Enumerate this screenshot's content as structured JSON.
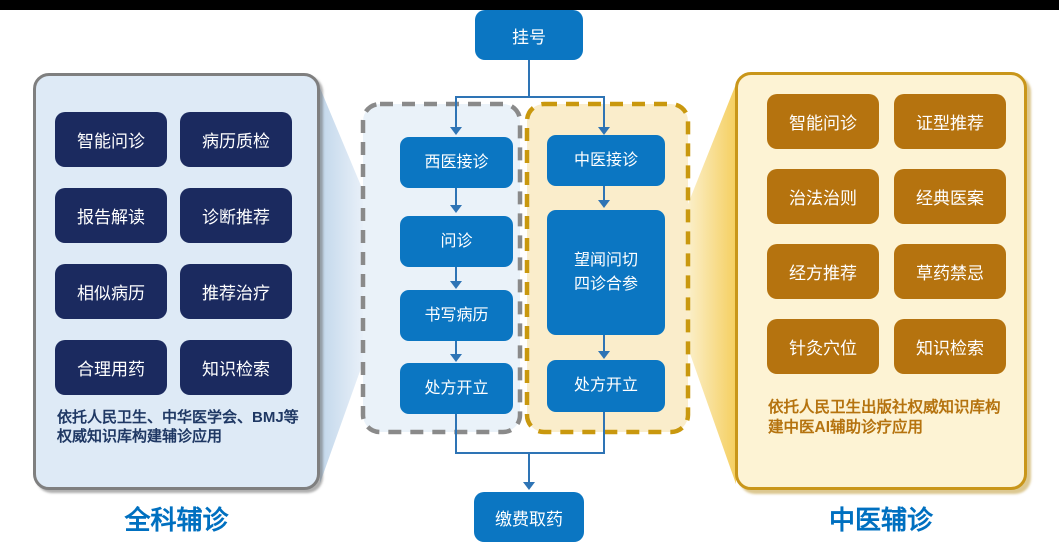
{
  "colors": {
    "flow-blue": "#0B76C2",
    "navy": "#1B2A5F",
    "orange": "#B5730F",
    "label-blue": "#0070C0",
    "note-navy": "#1F3864",
    "panel-blue-bg": "#DEEAF6",
    "panel-yellow-bg": "#FDF3D4",
    "col-blue-bg": "#EAF2F9",
    "col-yellow-bg": "#FAEDCB",
    "gray-border": "#7F7F7F",
    "gold-border": "#C9961A",
    "dash-gray": "#8A8A8A",
    "dash-gold": "#C9980E",
    "line-blue": "#2E74B5"
  },
  "registration": {
    "label": "挂号"
  },
  "payment": {
    "label": "缴费取药"
  },
  "west_flow": {
    "steps": [
      "西医接诊",
      "问诊",
      "书写病历",
      "处方开立"
    ]
  },
  "tcm_flow": {
    "steps": [
      "中医接诊",
      "望闻问切\n四诊合参",
      "处方开立"
    ]
  },
  "left_panel": {
    "items": [
      "智能问诊",
      "病历质检",
      "报告解读",
      "诊断推荐",
      "相似病历",
      "推荐治疗",
      "合理用药",
      "知识检索"
    ],
    "note": "依托人民卫生、中华医学会、BMJ等权威知识库构建辅诊应用",
    "label": "全科辅诊"
  },
  "right_panel": {
    "items": [
      "智能问诊",
      "证型推荐",
      "治法治则",
      "经典医案",
      "经方推荐",
      "草药禁忌",
      "针灸穴位",
      "知识检索"
    ],
    "note": "依托人民卫生出版社权威知识库构建中医AI辅助诊疗应用",
    "label": "中医辅诊"
  }
}
